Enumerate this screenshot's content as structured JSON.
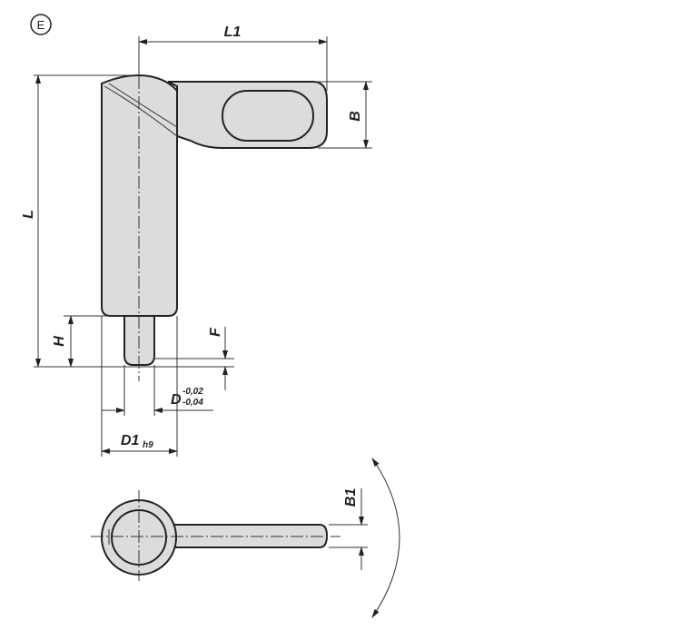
{
  "view_marker": "E",
  "labels": {
    "L1": "L1",
    "B": "B",
    "L": "L",
    "H": "H",
    "F": "F",
    "D": "D",
    "D_tol_upper": "-0,02",
    "D_tol_lower": "-0,04",
    "D1": "D1",
    "D1_tol": "h9",
    "B1": "B1"
  }
}
